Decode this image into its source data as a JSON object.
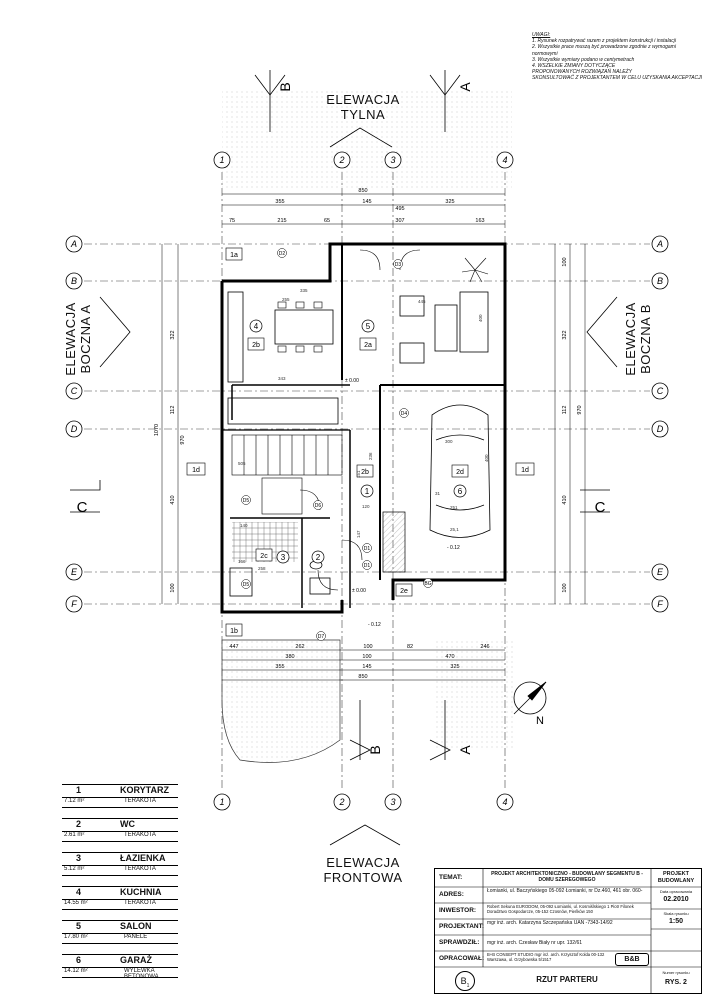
{
  "notes": {
    "title": "UWAGI:",
    "lines": [
      "1. Rysunek rozpatrywać razem z projektem konstrukcji i instalacji",
      "2. Wszystkie prace muszą być prowadzone zgodnie z wymogami",
      "normowymi",
      "3. Wszystkie wymiary podano w centymetrach",
      "4. WSZELKIE ZMIANY DOTYCZĄCE",
      "PROPONOWANYCH ROZWIĄZAŃ NALEŻY",
      "SKONSULTOWAĆ Z PROJEKTANTEM W CELU UZYSKANIA AKCEPTACJI"
    ]
  },
  "elevations": {
    "rear_line1": "ELEWACJA",
    "rear_line2": "TYLNA",
    "front_line1": "ELEWACJA",
    "front_line2": "FRONTOWA",
    "side_left_line1": "ELEWACJA",
    "side_left_line2": "BOCZNA  A",
    "side_right_line1": "ELEWACJA",
    "side_right_line2": "BOCZNA  B"
  },
  "section_marks": {
    "top_b": "B",
    "top_a": "A",
    "bottom_b": "B",
    "bottom_a": "A",
    "left_c": "C",
    "right_c": "C"
  },
  "axes": {
    "vertical": [
      "1",
      "2",
      "3",
      "4"
    ],
    "horizontal": [
      "A",
      "B",
      "C",
      "D",
      "E",
      "F"
    ]
  },
  "dimensions": {
    "top_total": "850",
    "top_row1": [
      "355",
      "145",
      "495",
      "325"
    ],
    "top_row2": [
      "75",
      "215",
      "65",
      "307",
      "163"
    ],
    "bottom_row1": [
      "447",
      "262",
      "100",
      "82",
      "246"
    ],
    "bottom_row2": [
      "380",
      "100",
      "470"
    ],
    "bottom_row3": [
      "355",
      "145",
      "325"
    ],
    "bottom_total": "850",
    "left_outer": "1070",
    "left_inner": [
      "322",
      "112",
      "410",
      "100"
    ],
    "left_extra": "970",
    "right_outer": "970",
    "right_inner": [
      "100",
      "322",
      "112",
      "410",
      "100"
    ]
  },
  "plan_labels": {
    "room_tags": [
      "1",
      "2",
      "3",
      "4",
      "5",
      "6"
    ],
    "sub_tags": [
      "1a",
      "1b",
      "1d",
      "1d",
      "2a",
      "2b",
      "2b",
      "2c",
      "2d",
      "2e"
    ],
    "markers": [
      "D2",
      "D3",
      "D4",
      "D5",
      "D5",
      "D6",
      "D7",
      "D1",
      "D1",
      "BG"
    ],
    "level_1": "± 0.00",
    "level_2": "- 0.12",
    "level_3": "- 0.12",
    "level_4": "± 0.00",
    "misc": [
      "445",
      "400",
      "300",
      "343",
      "255",
      "335",
      "505",
      "120",
      "147",
      "151",
      "236",
      "166",
      "140",
      "258",
      "400",
      "251",
      "25,1",
      "31"
    ]
  },
  "north": "N",
  "rooms": [
    {
      "num": "1",
      "name": "KORYTARZ",
      "area": "7.12 m²",
      "material": "TERAKOTA"
    },
    {
      "num": "2",
      "name": "WC",
      "area": "2.61 m²",
      "material": "TERAKOTA"
    },
    {
      "num": "3",
      "name": "ŁAZIENKA",
      "area": "5.12 m²",
      "material": "TERAKOTA"
    },
    {
      "num": "4",
      "name": "KUCHNIA",
      "area": "14.55 m²",
      "material": "TERAKOTA"
    },
    {
      "num": "5",
      "name": "SALON",
      "area": "17.80 m²",
      "material": "PANELE"
    },
    {
      "num": "6",
      "name": "GARAŻ",
      "area": "14.12 m²",
      "material": "WYLEWKA BETONOWA"
    }
  ],
  "title_block": {
    "temat_label": "TEMAT:",
    "temat_value": "PROJEKT ARCHITEKTONICZNO - BUDOWLANY SEGMENTU B - DOMU SZEREGOWEGO",
    "adres_label": "ADRES:",
    "adres_value": "Łomianki, ul. Baczyńskiego 05-092 Łomianki, nr Dz.460, 461 obr. 060-",
    "inwestor_label": "INWESTOR:",
    "inwestor_value": "Robert Sekuna EURODOM, 05-092 Łomianki, ul. Kosmiślskiego 1 Piotr Filonek Doradztwo Gospodarcze, 05-152 Czosnów, Pieńków 150",
    "projektant_label": "PROJEKTANT:",
    "projektant_value": "mgr inż. arch. Katarzyna Szczepańska UAN -7343-14/92",
    "sprawdzil_label": "SPRAWDZIŁ:",
    "sprawdzil_value": "mgr inż. arch. Czesław Biały nr upr. 132/61",
    "opracowal_label": "OPRACOWAŁ:",
    "opracowal_value": "B+B CONSEPT STUDIO mgr inż. arch. Krzysztof Kolda 00-132 Warszawa, ul. Grzybowska 5/1517",
    "stage_title": "PROJEKT BUDOWLANY",
    "date_caption": "Data opracowania",
    "date": "02.2010",
    "scale_caption": "Skala rysunku",
    "scale": "1:50",
    "sheet_caption": "Numer rysunku",
    "sheet": "RYS. 2",
    "drawing_title": "RZUT PARTERU",
    "segment": "B",
    "segment_sub": "1",
    "logo": "B&B"
  }
}
